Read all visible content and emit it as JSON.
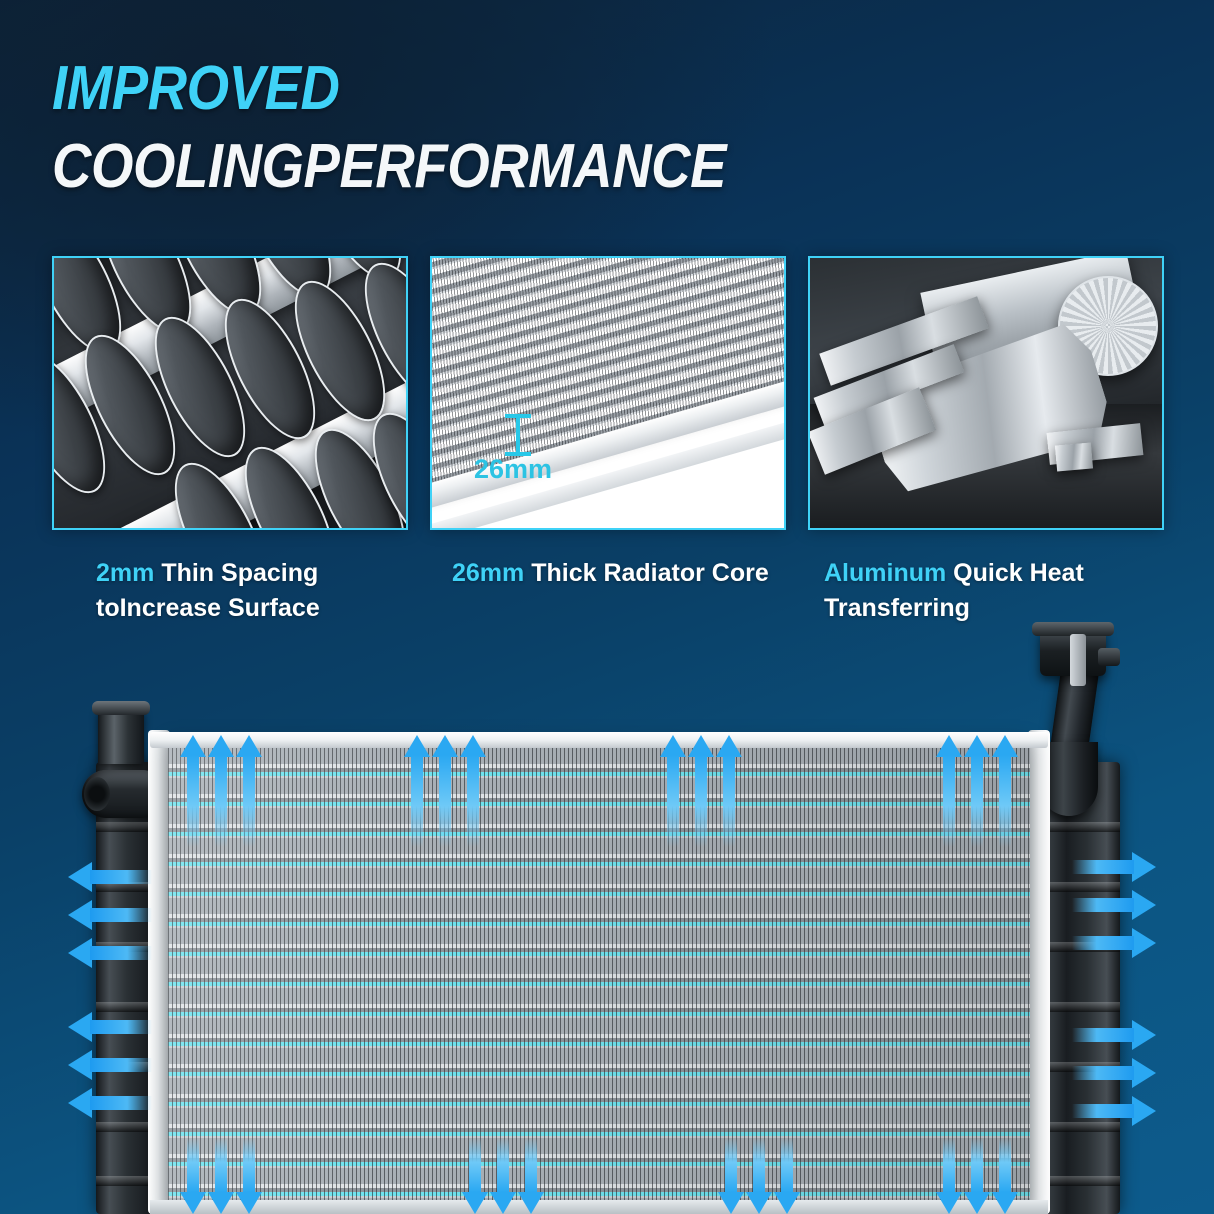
{
  "headline": {
    "line1": "IMPROVED",
    "line2": "COOLINGPERFORMANCE"
  },
  "colors": {
    "accent_cyan": "#3fd2f7",
    "arrow_blue": "#2aa8f2",
    "core_cyan": "#6fe3ee",
    "bg_dark_navy": "#0c2339",
    "bg_teal": "#0d5b8c",
    "text_white": "#ffffff"
  },
  "panels": [
    {
      "id": "thin-spacing",
      "image_alt": "Close-up of oval radiator tube openings with thin fin spacing",
      "caption_highlight": "2mm",
      "caption_rest": " Thin Spacing toIncrease Surface"
    },
    {
      "id": "thick-core",
      "image_alt": "Perspective view of radiator fin core showing core thickness",
      "caption_highlight": "26mm",
      "caption_rest": " Thick Radiator Core",
      "dimension_label": "26mm"
    },
    {
      "id": "aluminum-material",
      "image_alt": "Assorted aluminum extrusion bar stock, hexagonal, square and round",
      "caption_highlight": "Aluminum",
      "caption_rest": " Quick Heat Transferring"
    }
  ],
  "product": {
    "name": "aluminum radiator",
    "parts": {
      "core": "radiator-core",
      "left_tank": "left-end-tank",
      "right_tank": "right-end-tank",
      "inlet_neck": "inlet-neck",
      "hose_port": "hose-port",
      "filler_neck": "filler-neck-cap"
    },
    "airflow": {
      "top_arrow_groups": 4,
      "bottom_arrow_groups": 4,
      "left_arrow_groups": 2,
      "right_arrow_groups": 2,
      "arrows_per_group": 3
    }
  }
}
